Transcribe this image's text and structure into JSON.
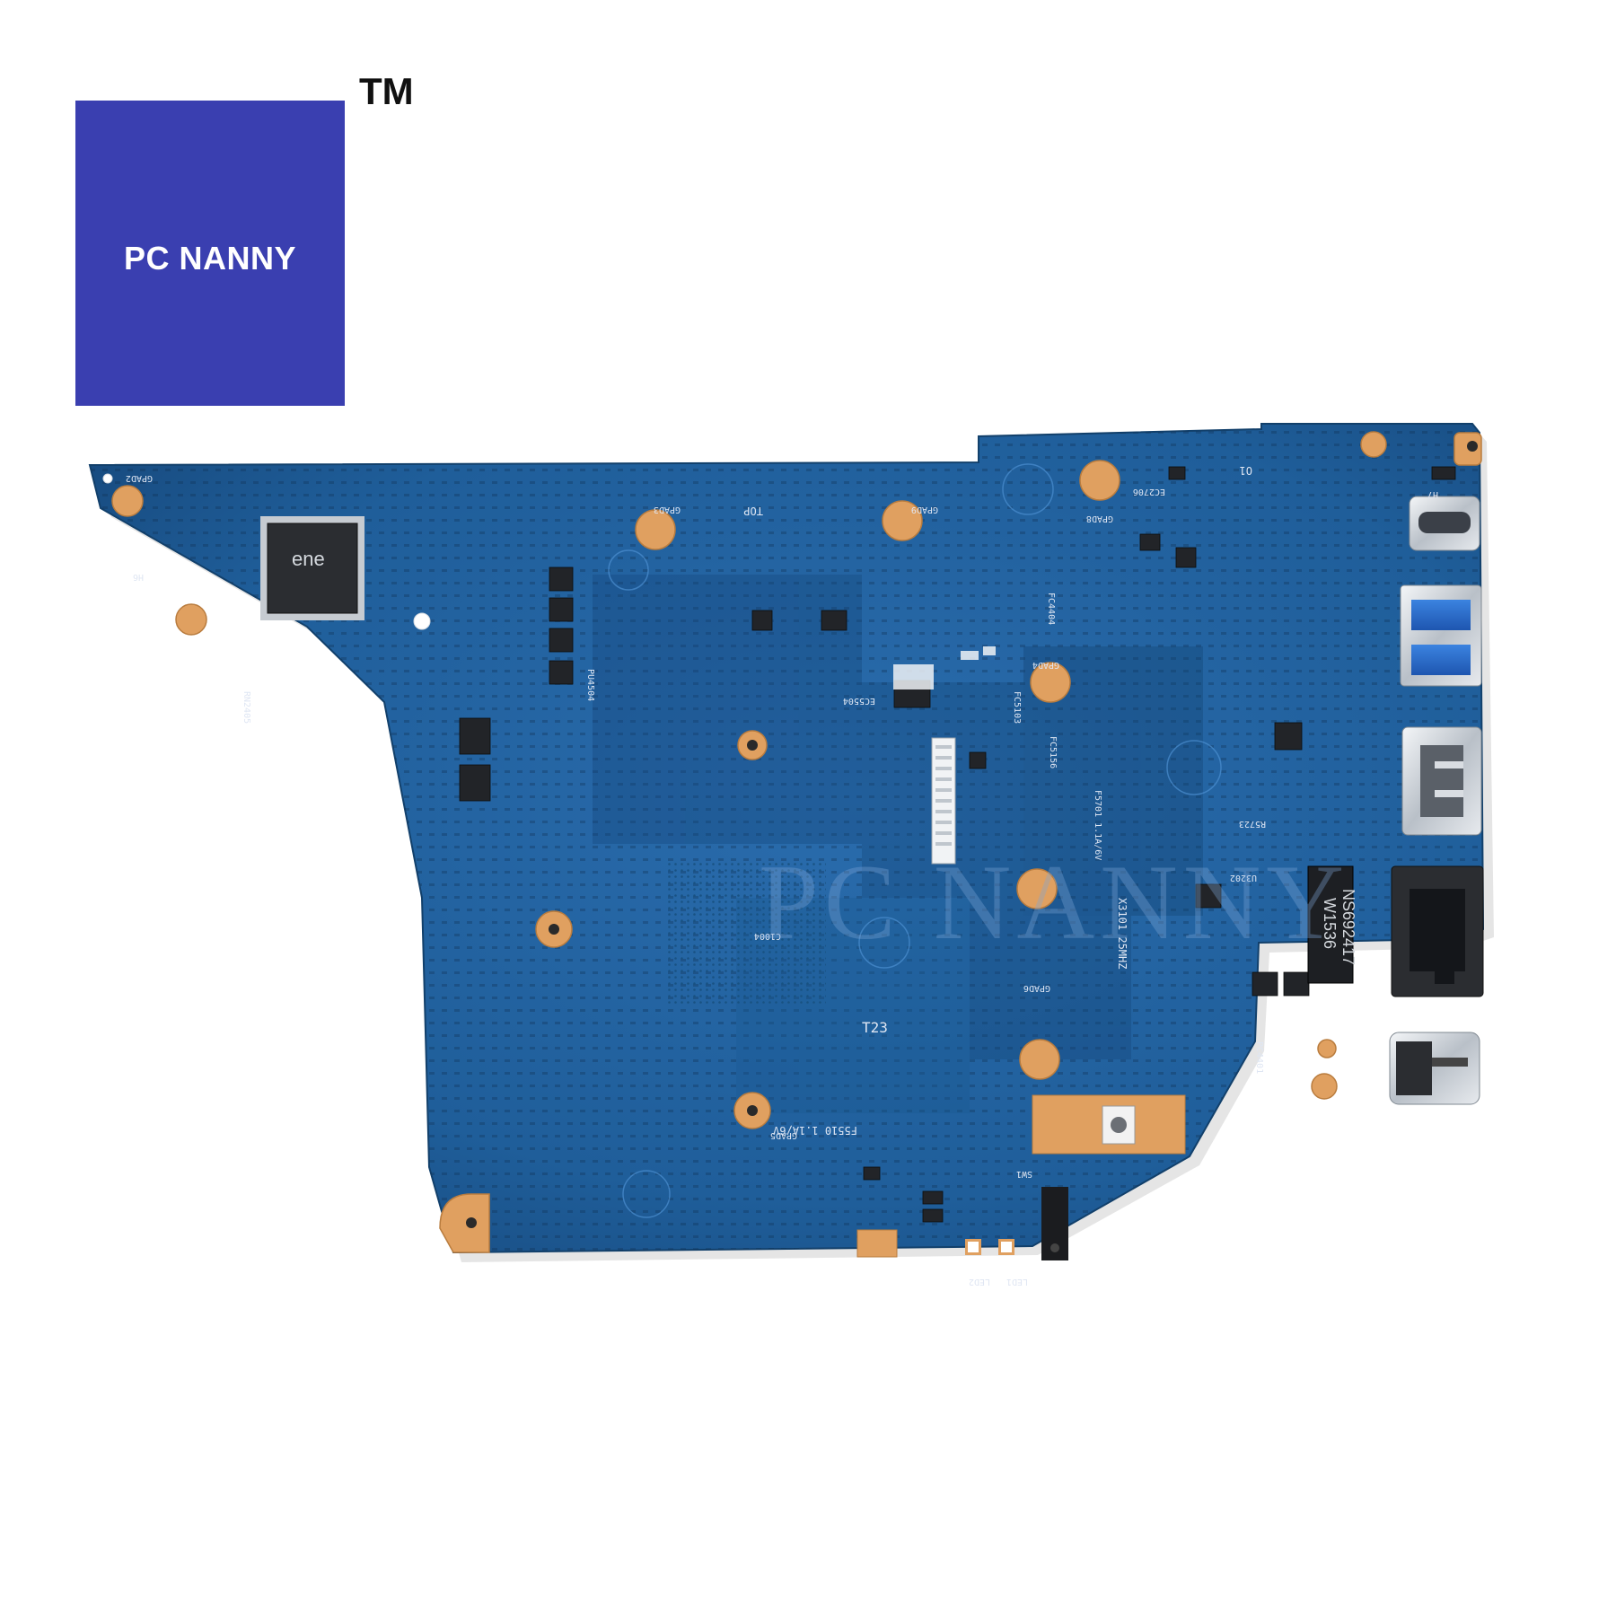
{
  "brand": {
    "logo_text": "PC NANNY",
    "trademark": "TM",
    "box_color": "#3a3fb0"
  },
  "watermark": {
    "text": "PC NANNY"
  },
  "board": {
    "pcb_color": "#1f5e9a",
    "pad_color": "#e0a060",
    "ec_chip_label": "ene",
    "lan_chip_line1": "W1536",
    "lan_chip_line2": "NS692417",
    "silk": {
      "top": "TOP",
      "gpad2": "GPAD2",
      "gpad3": "GPAD3",
      "gpad4": "GPAD4",
      "gpad5": "GPAD5",
      "gpad6": "GPAD6",
      "gpad8": "GPAD8",
      "gpad9": "GPAD9",
      "h6": "H6",
      "h7": "H7",
      "o1": "O1",
      "t23": "T23",
      "x3101": "X3101 25MHZ",
      "f5510": "F5510 1.1A/6V",
      "f5701": "F5701 1.1A/6V",
      "led1": "LED1",
      "led2": "LED2",
      "sw1": "SW1",
      "ec5504": "EC5504",
      "fc4404": "FC4404",
      "rn2405": "RN2405",
      "pu4504": "PU4504",
      "c1004": "C1004",
      "fc5156": "FC5156",
      "r5723": "R5723",
      "u3202": "U3202",
      "pc4401": "PC4401",
      "fc5103": "FC5103",
      "ec2706": "EC2706"
    }
  }
}
